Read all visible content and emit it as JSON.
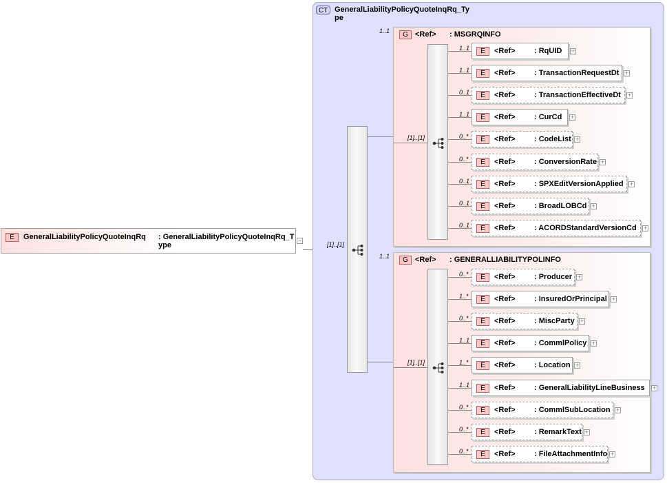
{
  "root": {
    "badge": "E",
    "name": "GeneralLiabilityPolicyQuoteInqRq",
    "type_line1": ": GeneralLiabilityPolicyQuoteInqRq_T",
    "type_line2": "ype"
  },
  "complex_type": {
    "badge": "CT",
    "title": "GeneralLiabilityPolicyQuoteInqRq_Type"
  },
  "root_sequence_cardinality": "[1]..[1]",
  "groups": [
    {
      "badge": "G",
      "ref": "<Ref>",
      "name": ": MSGRQINFO",
      "cardinality": "1..1",
      "sequence_cardinality": "[1]..[1]",
      "elements": [
        {
          "badge": "E",
          "ref": "<Ref>",
          "name": ": RqUID",
          "cardinality": "1..1",
          "optional": false
        },
        {
          "badge": "E",
          "ref": "<Ref>",
          "name": ": TransactionRequestDt",
          "cardinality": "1..1",
          "optional": false
        },
        {
          "badge": "E",
          "ref": "<Ref>",
          "name": ": TransactionEffectiveDt",
          "cardinality": "0..1",
          "optional": true
        },
        {
          "badge": "E",
          "ref": "<Ref>",
          "name": ": CurCd",
          "cardinality": "1..1",
          "optional": false
        },
        {
          "badge": "E",
          "ref": "<Ref>",
          "name": ": CodeList",
          "cardinality": "0..*",
          "optional": true
        },
        {
          "badge": "E",
          "ref": "<Ref>",
          "name": ": ConversionRate",
          "cardinality": "0..*",
          "optional": true
        },
        {
          "badge": "E",
          "ref": "<Ref>",
          "name": ": SPXEditVersionApplied",
          "cardinality": "0..1",
          "optional": true
        },
        {
          "badge": "E",
          "ref": "<Ref>",
          "name": ": BroadLOBCd",
          "cardinality": "0..1",
          "optional": true
        },
        {
          "badge": "E",
          "ref": "<Ref>",
          "name": ": ACORDStandardVersionCd",
          "cardinality": "0..1",
          "optional": true
        }
      ]
    },
    {
      "badge": "G",
      "ref": "<Ref>",
      "name": ": GENERALLIABILITYPOLINFO",
      "cardinality": "1..1",
      "sequence_cardinality": "[1]..[1]",
      "elements": [
        {
          "badge": "E",
          "ref": "<Ref>",
          "name": ": Producer",
          "cardinality": "0..*",
          "optional": true
        },
        {
          "badge": "E",
          "ref": "<Ref>",
          "name": ": InsuredOrPrincipal",
          "cardinality": "1..*",
          "optional": false
        },
        {
          "badge": "E",
          "ref": "<Ref>",
          "name": ": MiscParty",
          "cardinality": "0..*",
          "optional": true
        },
        {
          "badge": "E",
          "ref": "<Ref>",
          "name": ": CommlPolicy",
          "cardinality": "1..1",
          "optional": false
        },
        {
          "badge": "E",
          "ref": "<Ref>",
          "name": ": Location",
          "cardinality": "1..*",
          "optional": false
        },
        {
          "badge": "E",
          "ref": "<Ref>",
          "name": ": GeneralLiabilityLineBusiness",
          "cardinality": "1..1",
          "optional": false
        },
        {
          "badge": "E",
          "ref": "<Ref>",
          "name": ": CommlSubLocation",
          "cardinality": "0..*",
          "optional": true
        },
        {
          "badge": "E",
          "ref": "<Ref>",
          "name": ": RemarkText",
          "cardinality": "0..*",
          "optional": true
        },
        {
          "badge": "E",
          "ref": "<Ref>",
          "name": ": FileAttachmentInfo",
          "cardinality": "0..*",
          "optional": true
        }
      ]
    }
  ]
}
